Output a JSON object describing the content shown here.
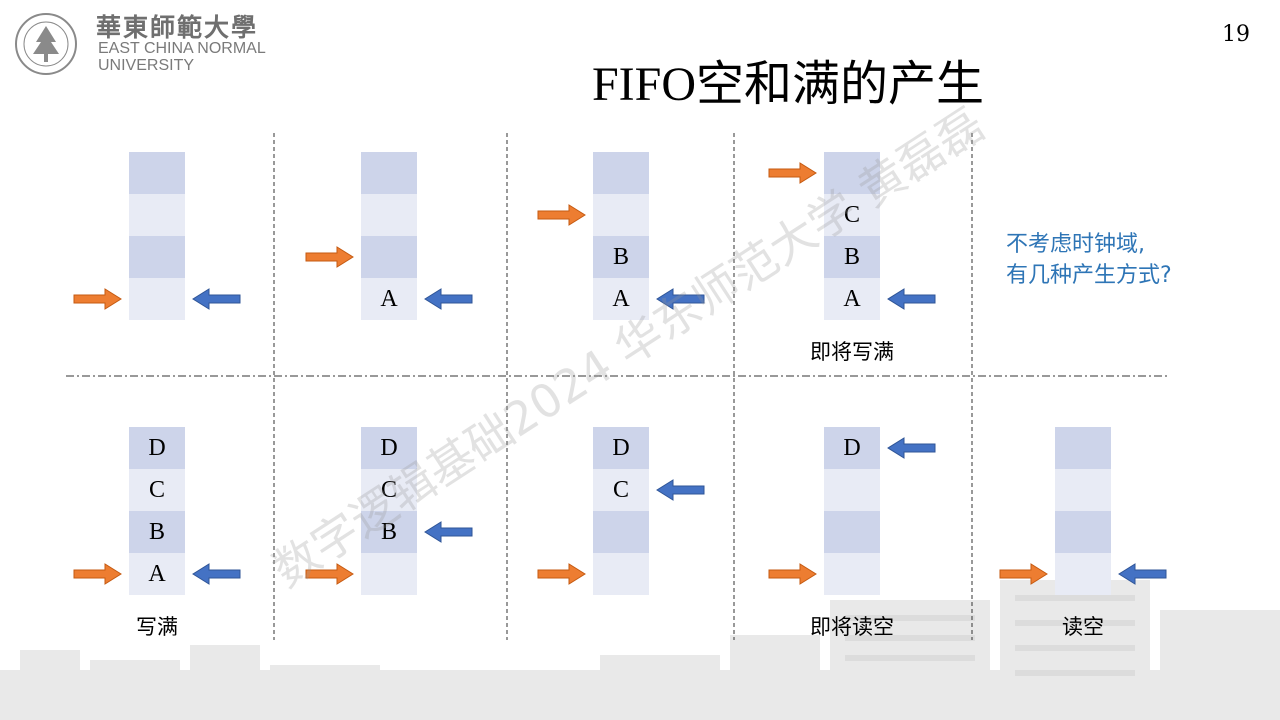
{
  "header": {
    "logo_cn": "華東師範大學",
    "logo_en_line1": "EAST CHINA NORMAL",
    "logo_en_line2": "UNIVERSITY",
    "page_number": "19"
  },
  "title": "FIFO空和满的产生",
  "note": {
    "line1": "不考虑时钟域,",
    "line2": "有几种产生方式?"
  },
  "watermark": "数字逻辑基础2024 华东师范大学 黄磊磊",
  "colors": {
    "write_pointer": "#ed7d31",
    "read_pointer": "#4472c4",
    "cell_dark": "#cdd4ea",
    "cell_light": "#e8ebf5",
    "note_text": "#2e75b6"
  },
  "diagrams": [
    {
      "row": 0,
      "col": 0,
      "cells": [
        "",
        "",
        "",
        ""
      ],
      "write_slot": 3,
      "read_slot": 3,
      "caption": ""
    },
    {
      "row": 0,
      "col": 1,
      "cells": [
        "",
        "",
        "",
        "A"
      ],
      "write_slot": 2,
      "read_slot": 3,
      "caption": ""
    },
    {
      "row": 0,
      "col": 2,
      "cells": [
        "",
        "",
        "B",
        "A"
      ],
      "write_slot": 1,
      "read_slot": 3,
      "caption": ""
    },
    {
      "row": 0,
      "col": 3,
      "cells": [
        "",
        "C",
        "B",
        "A"
      ],
      "write_slot": 0,
      "read_slot": 3,
      "caption": "即将写满"
    },
    {
      "row": 1,
      "col": 0,
      "cells": [
        "D",
        "C",
        "B",
        "A"
      ],
      "write_slot": 3,
      "read_slot": 3,
      "caption": "写满"
    },
    {
      "row": 1,
      "col": 1,
      "cells": [
        "D",
        "C",
        "B",
        ""
      ],
      "write_slot": 3,
      "read_slot": 2,
      "caption": ""
    },
    {
      "row": 1,
      "col": 2,
      "cells": [
        "D",
        "C",
        "",
        ""
      ],
      "write_slot": 3,
      "read_slot": 1,
      "caption": ""
    },
    {
      "row": 1,
      "col": 3,
      "cells": [
        "D",
        "",
        "",
        ""
      ],
      "write_slot": 3,
      "read_slot": 0,
      "caption": "即将读空"
    },
    {
      "row": 1,
      "col": 4,
      "cells": [
        "",
        "",
        "",
        ""
      ],
      "write_slot": 3,
      "read_slot": 3,
      "caption": "读空"
    }
  ]
}
